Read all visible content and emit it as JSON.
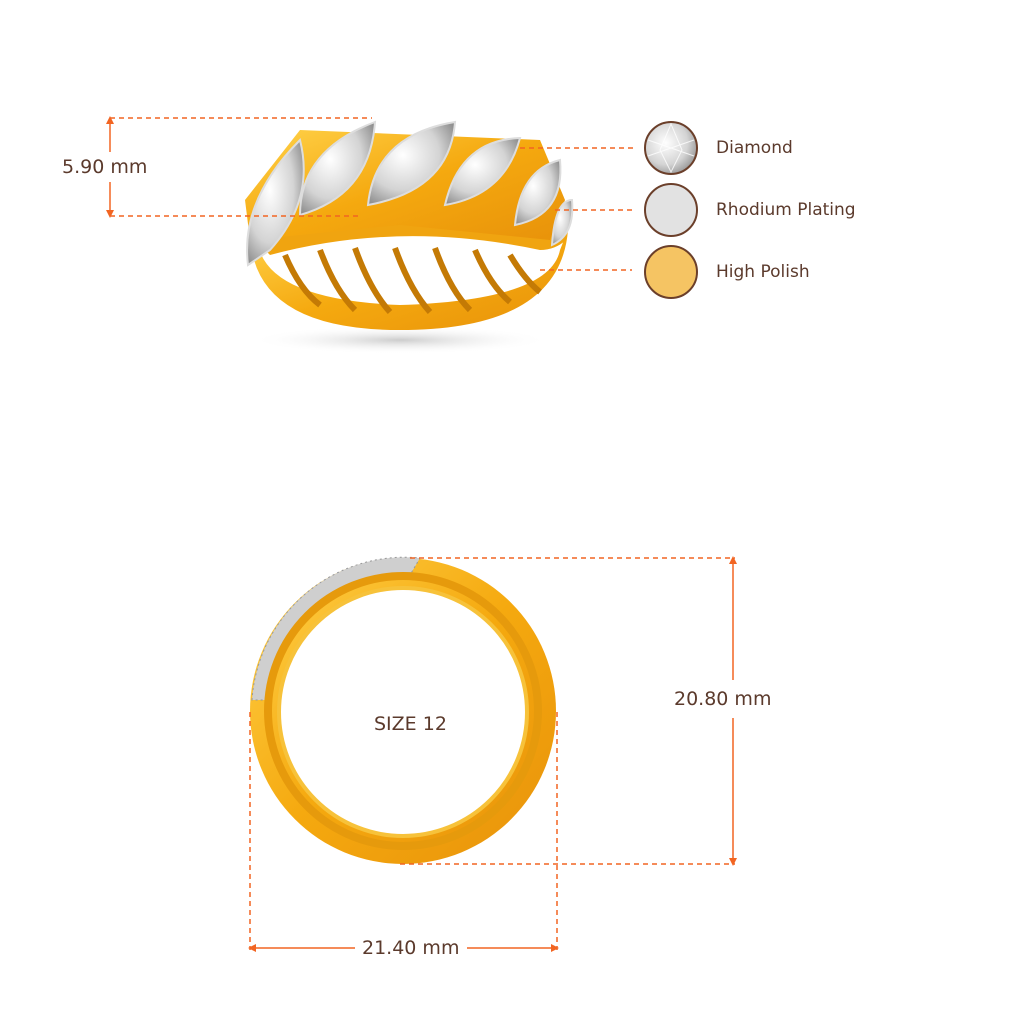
{
  "dimensions": {
    "height": "5.90 mm",
    "outer_height": "20.80 mm",
    "outer_width": "21.40 mm",
    "size": "SIZE 12"
  },
  "legend": [
    {
      "label": "Diamond",
      "icon": "diamond-swatch",
      "color": "#e6e6e6"
    },
    {
      "label": "Rhodium Plating",
      "icon": "rhodium-swatch",
      "color": "#e2e2e2"
    },
    {
      "label": "High Polish",
      "icon": "gold-swatch",
      "color": "#f5c463"
    }
  ],
  "colors": {
    "dimension_line": "#f26522",
    "text": "#5b3a2c",
    "gold": "#f5b21c",
    "swatch_border": "#6b3f2a"
  }
}
